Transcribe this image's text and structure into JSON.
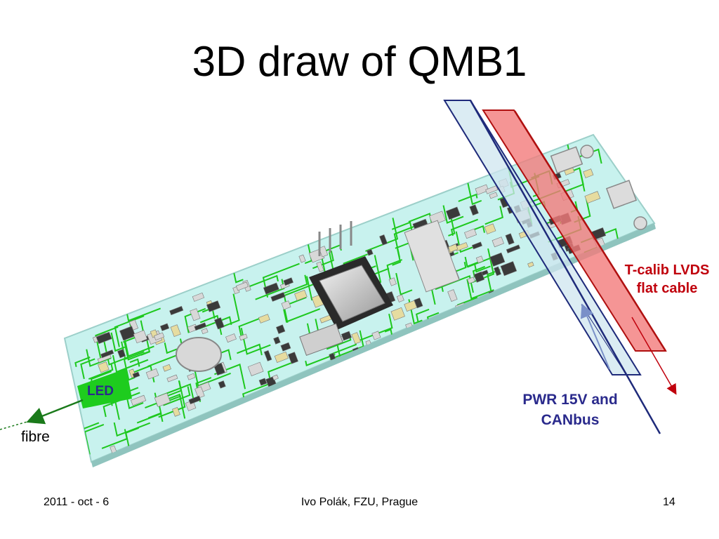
{
  "slide": {
    "title": "3D draw of QMB1"
  },
  "labels": {
    "tcalib": [
      "T-calib LVDS",
      "flat cable"
    ],
    "pwr": [
      "PWR 15V and",
      "CANbus"
    ],
    "led": "LED",
    "fibre": "fibre"
  },
  "footer": {
    "date": "2011 - oct - 6",
    "author": "Ivo Polák, FZU, Prague",
    "page": "14"
  },
  "colors": {
    "board": "#c8f2ee",
    "traces": "#1ec81e",
    "red_cable": "#f27a7a",
    "red_cable_edge": "#b01010",
    "blue_cable": "#cfe6ef",
    "blue_cable_edge": "#1e2a7a",
    "led_pad": "#1ecc1e",
    "fibre": "#1a7a1a"
  }
}
